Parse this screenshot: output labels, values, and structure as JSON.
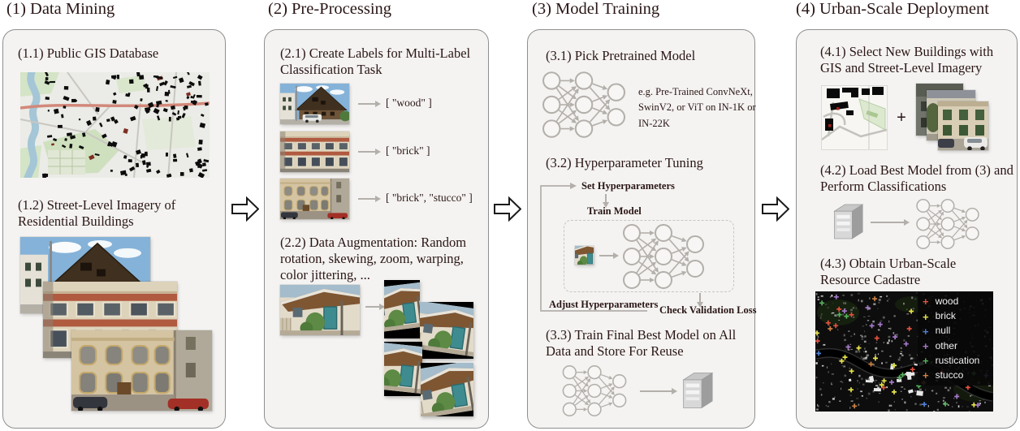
{
  "page": {
    "heading_color": "#2a1616",
    "panel_background": "#f4f3f1",
    "panel_border": "#8f8f8f",
    "diagram_line_color": "#b3afab"
  },
  "columns": [
    {
      "title": "(1) Data Mining"
    },
    {
      "title": "(2) Pre-Processing"
    },
    {
      "title": "(3) Model Training"
    },
    {
      "title": "(4) Urban-Scale Deployment"
    }
  ],
  "panel1": {
    "s11_heading": "(1.1) Public GIS Database",
    "s12_heading": "(1.2) Street-Level Imagery of Residential Buildings"
  },
  "panel2": {
    "s21_heading": "(2.1) Create Labels for Multi-Label Classification Task",
    "rows": [
      {
        "label": "[ \"wood\" ]"
      },
      {
        "label": "[ \"brick\" ]"
      },
      {
        "label": "[ \"brick\", \"stucco\" ]"
      }
    ],
    "s22_heading": "(2.2) Data Augmentation: Random rotation, skewing, zoom, warping, color jittering, ..."
  },
  "panel3": {
    "s31_heading": "(3.1) Pick Pretrained Model",
    "s31_caption": "e.g. Pre-Trained ConvNeXt, SwinV2, or ViT on IN-1K or IN-22K",
    "s32_heading": "(3.2) Hyperparameter Tuning",
    "flow": {
      "set_label": "Set Hyperparameters",
      "train_label": "Train Model",
      "adjust_label": "Adjust Hyperparameters",
      "check_label": "Check Validation Loss"
    },
    "s33_heading": "(3.3) Train Final Best Model on All Data and Store For Reuse"
  },
  "panel4": {
    "s41_heading": "(4.1) Select New Buildings with GIS and Street-Level Imagery",
    "plus_sign": "+",
    "s42_heading": "(4.2) Load Best Model from (3) and Perform Classifications",
    "s43_heading": "(4.3) Obtain Urban-Scale Resource Cadastre",
    "legend": [
      {
        "label": "wood",
        "color": "#e0523e"
      },
      {
        "label": "brick",
        "color": "#e6e24a"
      },
      {
        "label": "null",
        "color": "#4d80d2"
      },
      {
        "label": "other",
        "color": "#a579c8"
      },
      {
        "label": "rustication",
        "color": "#57b35c"
      },
      {
        "label": "stucco",
        "color": "#cc8040"
      }
    ]
  }
}
